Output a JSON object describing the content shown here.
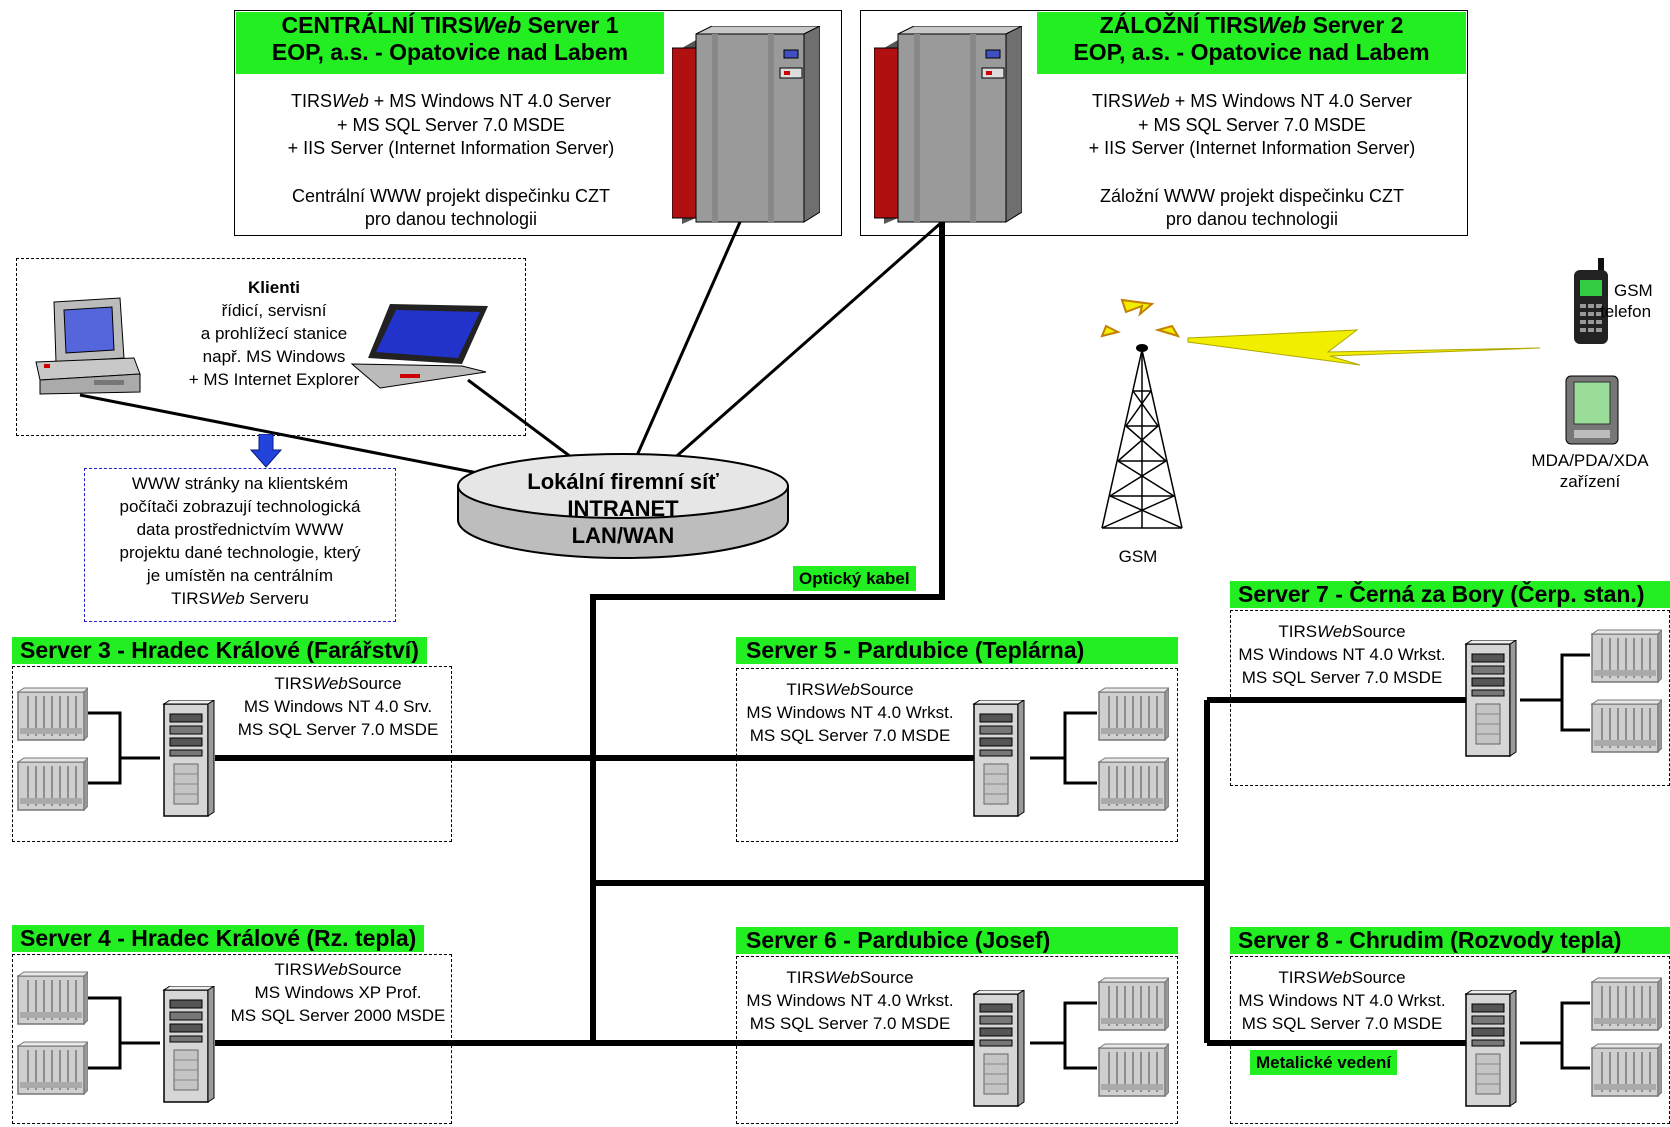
{
  "central": {
    "title_pre": "CENTRÁLNÍ TIRS",
    "title_it": "Web",
    "title_post": " Server 1",
    "subtitle": "EOP, a.s. - Opatovice nad Labem",
    "line1_pre": "TIRS",
    "line1_it": "Web",
    "line1_post": " + MS Windows NT 4.0 Server",
    "line2": "+ MS SQL Server 7.0 MSDE",
    "line3": "+ IIS Server (Internet Information Server)",
    "line4": "Centrální WWW projekt dispečinku CZT",
    "line5": "pro danou technologii"
  },
  "backup": {
    "title_pre": "ZÁLOŽNÍ TIRS",
    "title_it": "Web",
    "title_post": " Server 2",
    "subtitle": "EOP, a.s. - Opatovice nad Labem",
    "line1_pre": "TIRS",
    "line1_it": "Web",
    "line1_post": " + MS Windows NT 4.0 Server",
    "line2": "+ MS SQL Server 7.0 MSDE",
    "line3": "+ IIS Server (Internet Information Server)",
    "line4": "Záložní WWW projekt dispečinku CZT",
    "line5": "pro danou technologii"
  },
  "clients": {
    "title": "Klienti",
    "lines": [
      "řídicí, servisní",
      "a prohlížecí stanice",
      "např. MS Windows",
      "+ MS Internet Explorer"
    ]
  },
  "www_note": {
    "line1": "WWW stránky na klientském",
    "line2": "počítači zobrazují technologická",
    "line3": "data prostřednictvím WWW",
    "line4": "projektu dané technologie, který",
    "line5": "je umístěn na centrálním",
    "line6_pre": "TIRS",
    "line6_it": "Web",
    "line6_post": " Serveru"
  },
  "lan": {
    "line1": "Lokální firemní síť",
    "line2": "INTRANET",
    "line3": "LAN/WAN"
  },
  "optic_label": "Optický kabel",
  "metal_label": "Metalické vedení",
  "gsm": {
    "tower_label": "GSM",
    "phone_line1": "GSM",
    "phone_line2": "telefon",
    "pda_line1": "MDA/PDA/XDA",
    "pda_line2": "zařízení"
  },
  "servers": [
    {
      "title": "Server 3 - Hradec Králové (Farářství)",
      "sw_pre": "TIRS",
      "sw_it": "Web",
      "sw_post": "Source",
      "os": "MS Windows NT 4.0 Srv.",
      "db": "MS SQL Server 7.0 MSDE"
    },
    {
      "title": "Server 4 - Hradec Králové (Rz. tepla)",
      "sw_pre": "TIRS",
      "sw_it": "Web",
      "sw_post": "Source",
      "os": "MS Windows XP Prof.",
      "db": "MS SQL Server 2000 MSDE"
    },
    {
      "title": "Server 5 - Pardubice (Teplárna)",
      "sw_pre": "TIRS",
      "sw_it": "Web",
      "sw_post": "Source",
      "os": "MS Windows NT 4.0 Wrkst.",
      "db": "MS SQL Server 7.0 MSDE"
    },
    {
      "title": "Server 6 - Pardubice (Josef)",
      "sw_pre": "TIRS",
      "sw_it": "Web",
      "sw_post": "Source",
      "os": "MS Windows NT 4.0 Wrkst.",
      "db": "MS SQL Server 7.0 MSDE"
    },
    {
      "title": "Server 7 - Černá za Bory (Čerp. stan.)",
      "sw_pre": "TIRS",
      "sw_it": "Web",
      "sw_post": "Source",
      "os": "MS Windows NT 4.0 Wrkst.",
      "db": "MS SQL Server 7.0 MSDE"
    },
    {
      "title": "Server 8 - Chrudim (Rozvody tepla)",
      "sw_pre": "TIRS",
      "sw_it": "Web",
      "sw_post": "Source",
      "os": "MS Windows NT 4.0 Wrkst.",
      "db": "MS SQL Server 7.0 MSDE"
    }
  ],
  "colors": {
    "green_label": "#22ee22",
    "lightning": "#f2ee00",
    "arrow": "#2244dd",
    "blue_dash": "#2222cc",
    "server_red": "#b01010"
  }
}
